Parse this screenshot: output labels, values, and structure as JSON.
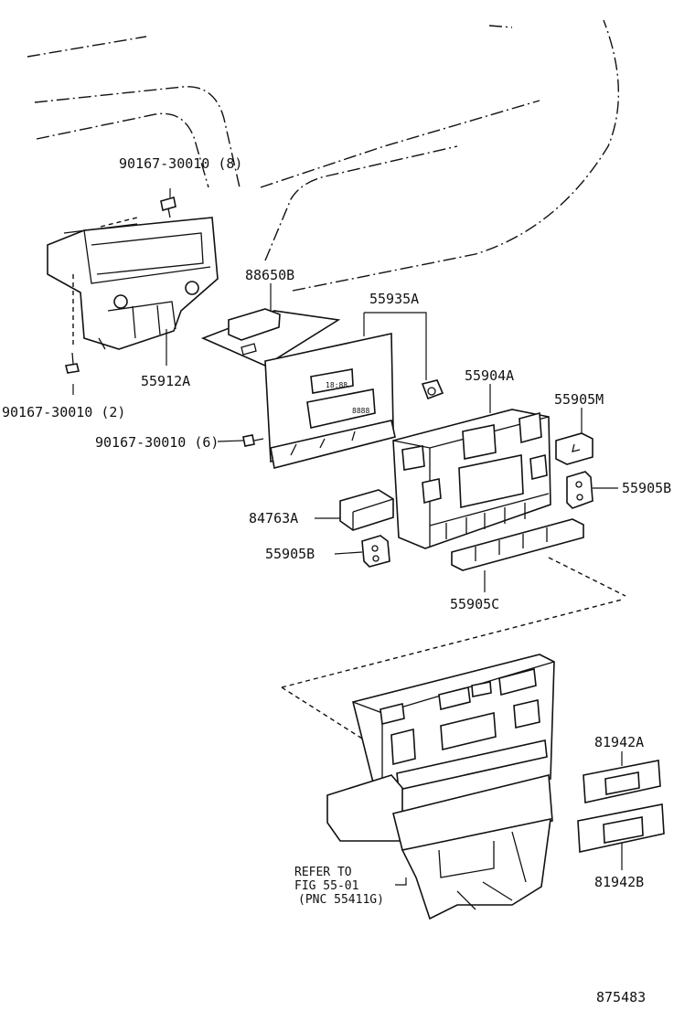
{
  "callouts": {
    "bolt_top": "90167-30010 (8)",
    "bolt_left": "90167-30010 (2)",
    "bolt_mid": "90167-30010 (6)",
    "p88650B": "88650B",
    "p55935A": "55935A",
    "p55912A": "55912A",
    "p55904A": "55904A",
    "p55905M": "55905M",
    "p55905B_right": "55905B",
    "p84763A": "84763A",
    "p55905B_left": "55905B",
    "p55905C": "55905C",
    "p81942A": "81942A",
    "p81942B": "81942B"
  },
  "refer_note": {
    "line1": "REFER TO",
    "line2": "FIG 55-01",
    "line3": "(PNC 55411G)"
  },
  "figure_number": "875483",
  "display_readouts": {
    "clock_small": "18:88",
    "clock_large": "8888"
  }
}
